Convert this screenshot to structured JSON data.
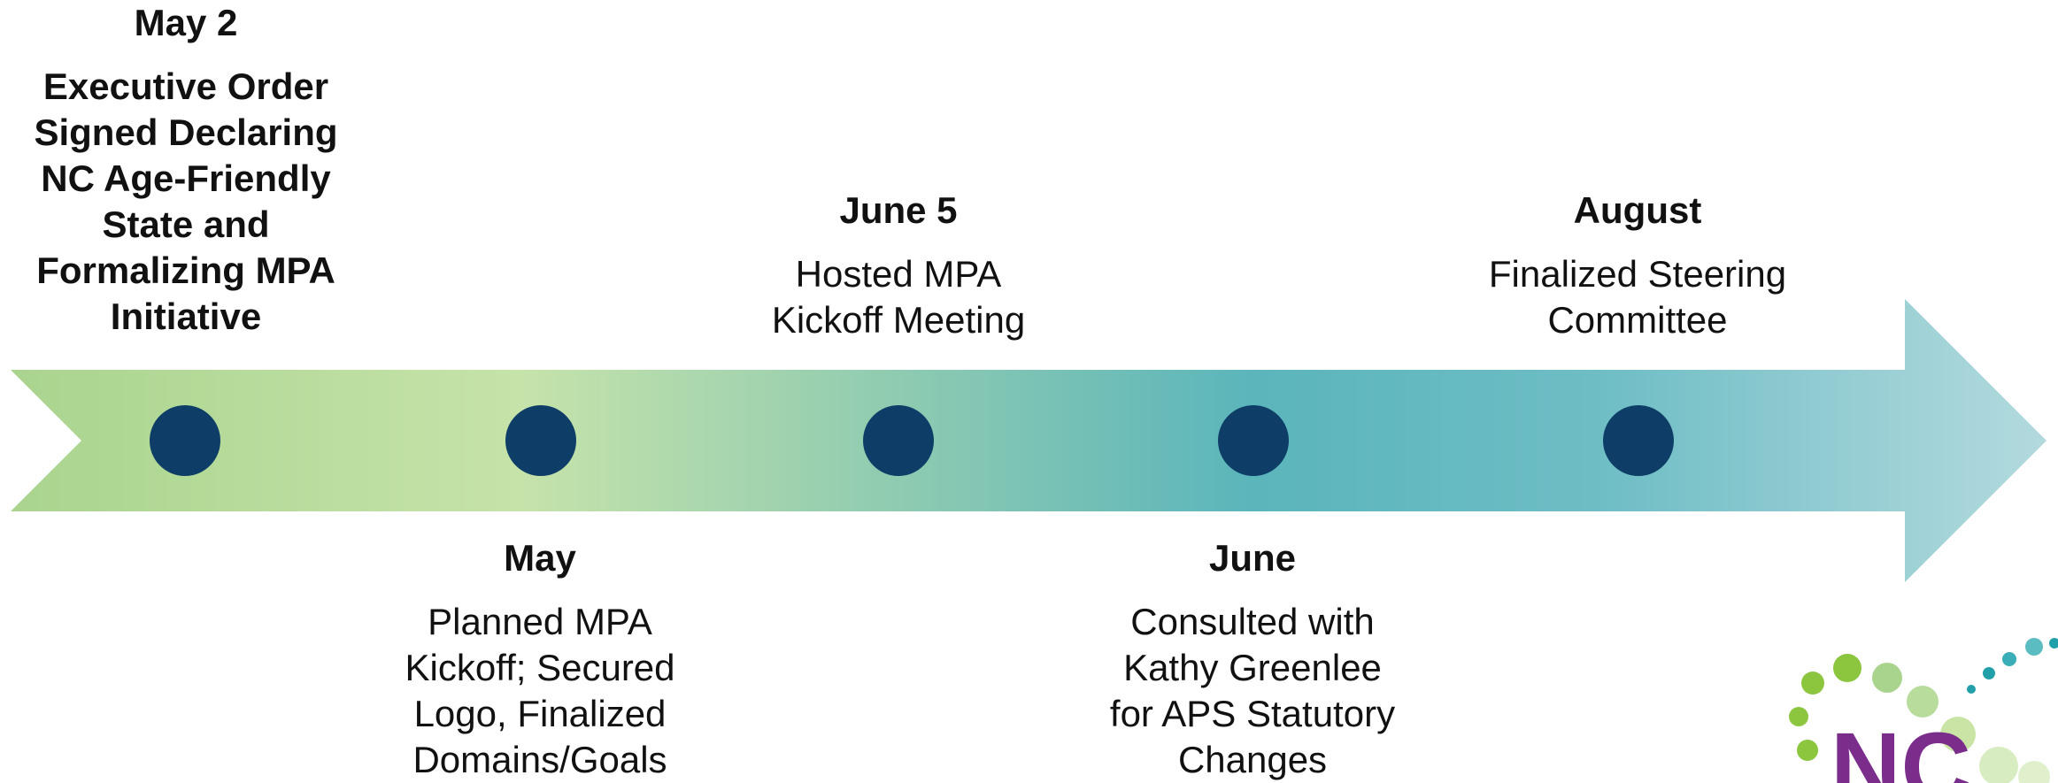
{
  "milestones": [
    {
      "date": "May 2",
      "description": "Executive Order\nSigned Declaring\nNC Age-Friendly\nState and\nFormalizing MPA\nInitiative",
      "position": "above"
    },
    {
      "date": "May",
      "description": "Planned MPA\nKickoff; Secured\nLogo, Finalized\nDomains/Goals",
      "position": "below"
    },
    {
      "date": "June 5",
      "description": "Hosted MPA\nKickoff Meeting",
      "position": "above"
    },
    {
      "date": "June",
      "description": "Consulted with\nKathy Greenlee\nfor APS Statutory\nChanges",
      "position": "below"
    },
    {
      "date": "August",
      "description": "Finalized Steering\nCommittee",
      "position": "above"
    }
  ],
  "colors": {
    "arrow_gradient": [
      "#a9d48e",
      "#c6e3aa",
      "#93cdb0",
      "#5bb5bb",
      "#6ebdc5",
      "#b3dade"
    ],
    "dot": "#0e3d67",
    "logo_green": "#8cc63f",
    "logo_light_green": "#c9e4a5",
    "logo_teal": "#21a0aa",
    "logo_purple": "#7b2d8b"
  },
  "logo": {
    "text": "NC"
  }
}
